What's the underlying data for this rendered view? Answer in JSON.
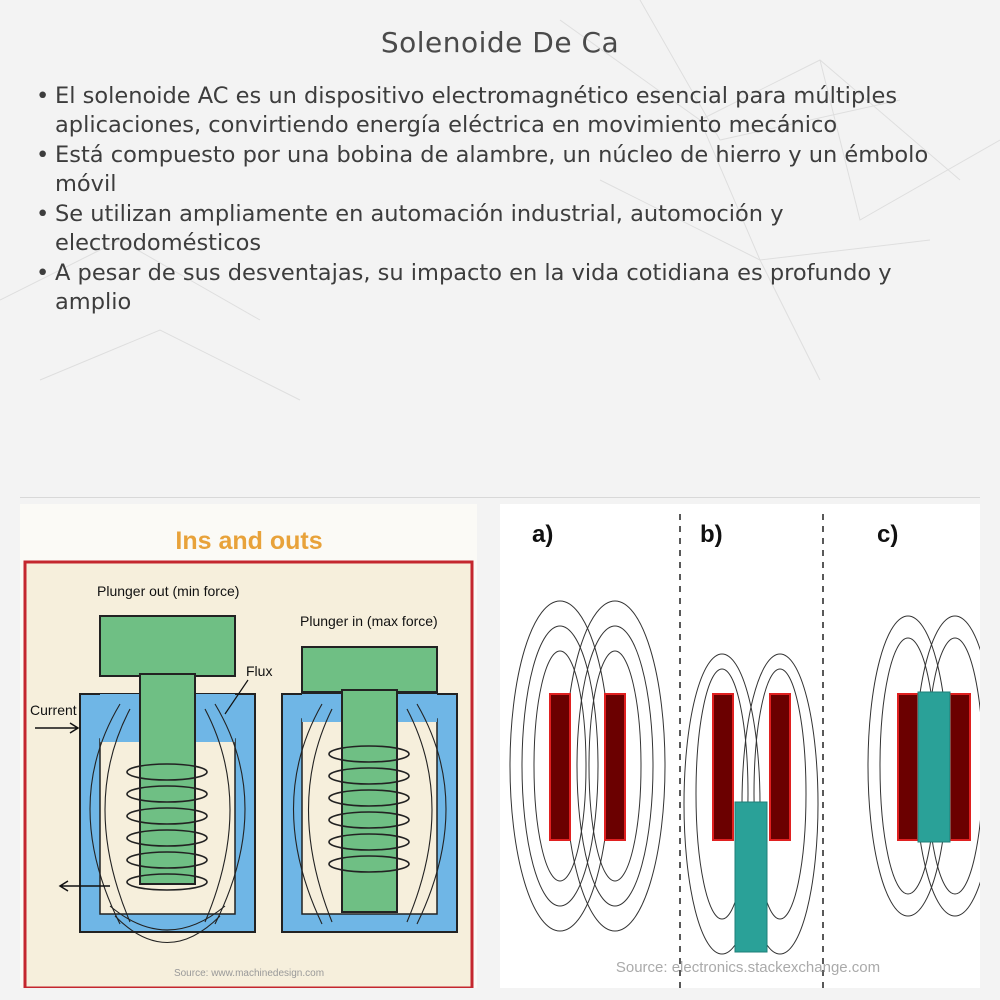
{
  "slide": {
    "title": "Solenoide De Ca",
    "bullets": [
      "El solenoide AC es un dispositivo electromagnético esencial para múltiples aplicaciones, convirtiendo energía eléctrica en movimiento mecánico",
      "Está compuesto por una bobina de alambre, un núcleo de hierro y un émbolo móvil",
      "Se utilizan ampliamente en automación industrial, automoción y electrodomésticos",
      "A pesar de sus desventajas, su impacto en la vida cotidiana es profundo y amplio"
    ],
    "bullet_char": "•"
  },
  "left_figure": {
    "heading": "Ins and outs",
    "label_plunger_out": "Plunger out (min force)",
    "label_plunger_in": "Plunger in (max force)",
    "label_flux": "Flux",
    "label_current": "Current",
    "source": "Source: www.machinedesign.com",
    "colors": {
      "heading": "#e8a23a",
      "border": "#c4272e",
      "plunger": "#6fbf84",
      "frame": "#6fb6e6",
      "bg": "#f6efdc"
    }
  },
  "right_figure": {
    "panel_labels": [
      "a)",
      "b)",
      "c)"
    ],
    "source": "Source: electronics.stackexchange.com",
    "colors": {
      "coil": "#6b0000",
      "coil_edge": "#e02020",
      "core": "#2aa198",
      "field": "#333333"
    }
  }
}
